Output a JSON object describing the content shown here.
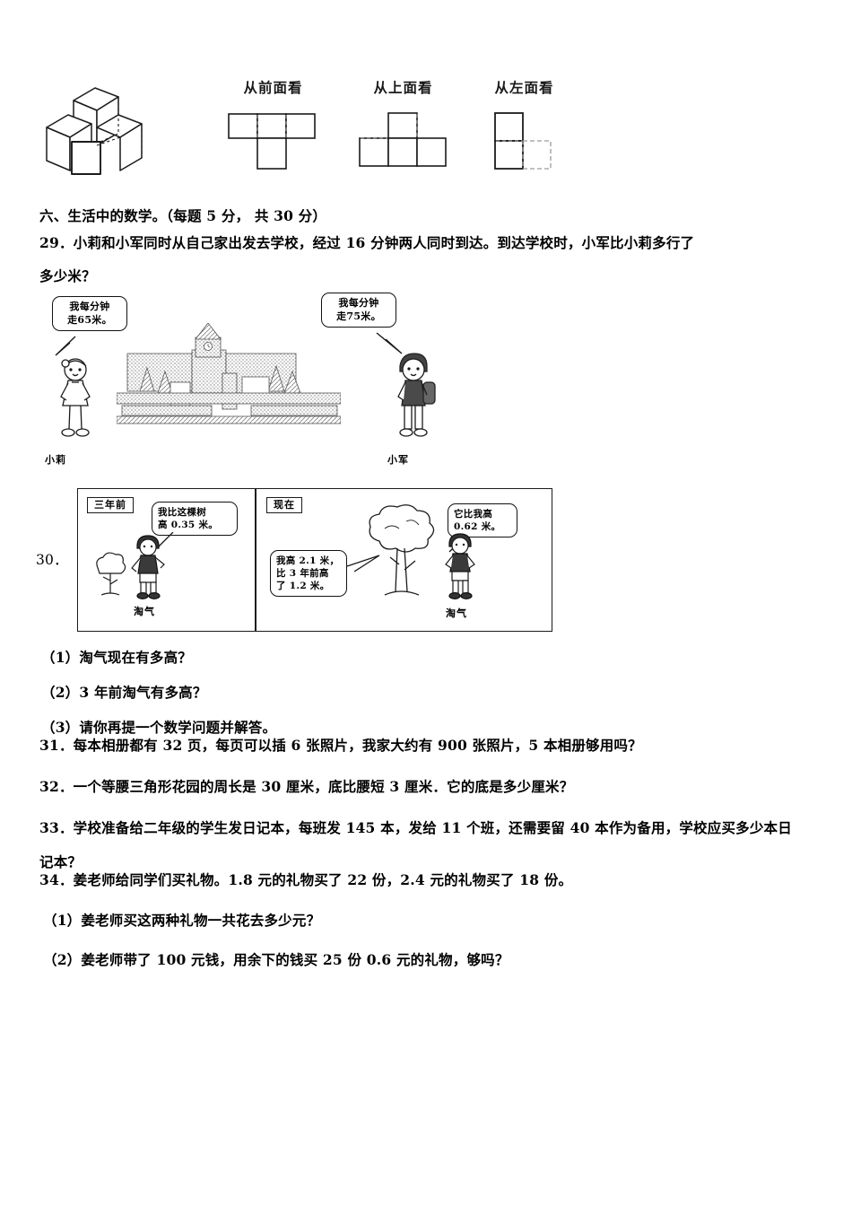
{
  "top_figures": {
    "solid_name": "cube-solid-figure",
    "views": [
      {
        "label": "从前面看",
        "shape": "t-shape-front-view"
      },
      {
        "label": "从上面看",
        "shape": "inverted-t-top-view"
      },
      {
        "label": "从左面看",
        "shape": "l-shape-left-view"
      }
    ]
  },
  "section": {
    "heading": "六、生活中的数学。（每题 5 分， 共 30 分）"
  },
  "q29": {
    "number": "29．",
    "line1": "小莉和小军同时从自己家出发去学校，经过 16 分钟两人同时到达。到达学校时，小军比小莉多行了",
    "line2": "多少米？",
    "illustration": {
      "left_bubble": "我每分钟\n走65米。",
      "left_bubble_l1": "我每分钟",
      "left_bubble_l2": "走65米。",
      "left_name": "小莉",
      "right_bubble_l1": "我每分钟",
      "right_bubble_l2": "走75米。",
      "right_name": "小军",
      "building": "school-building"
    }
  },
  "q30": {
    "number": "30．",
    "comic": {
      "left_panel": {
        "tag": "三年前",
        "bubble_l1": "我比这棵树",
        "bubble_l2": "高 0.35 米。",
        "character": "淘气"
      },
      "right_panel": {
        "tag": "现在",
        "bubble_left_l1": "我高 2.1 米，",
        "bubble_left_l2": "比 3 年前高",
        "bubble_left_l3": "了 1.2 米。",
        "bubble_right_l1": "它比我高",
        "bubble_right_l2": "0.62 米。",
        "character": "淘气"
      }
    },
    "sub": [
      "（1）淘气现在有多高？",
      "（2）3 年前淘气有多高？",
      "（3）请你再提一个数学问题并解答。"
    ]
  },
  "questions": [
    {
      "number": "31．",
      "text": "每本相册都有 32 页，每页可以插 6 张照片，我家大约有 900 张照片，5 本相册够用吗？",
      "cont": ""
    },
    {
      "number": "32．",
      "text": "一个等腰三角形花园的周长是 30 厘米，底比腰短 3 厘米．它的底是多少厘米？",
      "cont": ""
    },
    {
      "number": "33．",
      "text": "学校准备给二年级的学生发日记本，每班发 145 本，发给 11 个班，还需要留 40 本作为备用，学校应买多少本日",
      "cont": "记本？"
    }
  ],
  "q34": {
    "number": "34．",
    "text": "姜老师给同学们买礼物。1.8 元的礼物买了 22 份，2.4 元的礼物买了 18 份。",
    "sub": [
      "（1）姜老师买这两种礼物一共花去多少元？",
      "（2）姜老师带了 100 元钱，用余下的钱买 25 份 0.6 元的礼物，够吗？"
    ]
  },
  "colors": {
    "ink": "#1b1b1b",
    "paper": "#ffffff"
  }
}
